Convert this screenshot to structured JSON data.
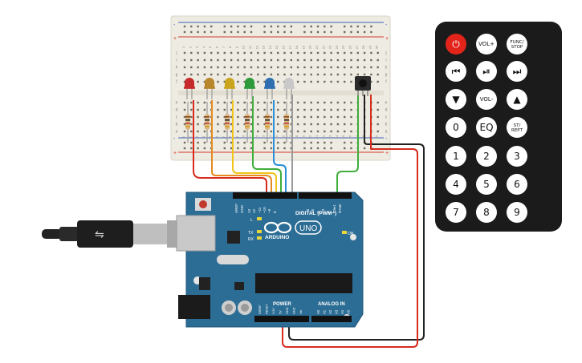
{
  "breadboard": {
    "column_numbers": [
      "1",
      "2",
      "3",
      "4",
      "5",
      "6",
      "7",
      "8",
      "9",
      "10",
      "11",
      "12",
      "13",
      "14",
      "15",
      "16",
      "17",
      "18",
      "19",
      "20",
      "21",
      "22",
      "23",
      "24",
      "25",
      "26",
      "27",
      "28",
      "29",
      "30"
    ],
    "row_letters_top": [
      "j",
      "i",
      "h",
      "g",
      "f"
    ],
    "row_letters_bottom": [
      "e",
      "d",
      "c",
      "b",
      "a"
    ],
    "rail_plus": "+",
    "rail_minus": "-"
  },
  "leds": [
    {
      "name": "red",
      "color": "#c62a2a"
    },
    {
      "name": "orange",
      "color": "#b8862b"
    },
    {
      "name": "yellow",
      "color": "#c9a41c"
    },
    {
      "name": "green",
      "color": "#2e9a3a"
    },
    {
      "name": "blue",
      "color": "#2f6fb0"
    },
    {
      "name": "white",
      "color": "#c8c8c8"
    }
  ],
  "wire_colors": {
    "red": "#d62b1e",
    "orange": "#e58a1f",
    "yellow": "#f0c419",
    "green": "#3fae3a",
    "blue": "#2c8fd6",
    "gray": "#9a9a9a",
    "black": "#222222"
  },
  "arduino": {
    "logo_text": "ARDUINO",
    "uno_text": "UNO",
    "digital_label": "DIGITAL (PWM~)",
    "power_label": "POWER",
    "analog_label": "ANALOG IN",
    "on_label": "ON",
    "l_label": "L",
    "tx_label": "TX",
    "rx_label": "RX",
    "aref": "AREF",
    "gnd_top": "GND",
    "digital_pins": [
      "13",
      "12",
      "~11",
      "~10",
      "~9",
      "8",
      "7",
      "~6",
      "~5",
      "4",
      "~3",
      "2",
      "TX▸1",
      "RX◂0"
    ],
    "power_pins": [
      "IOREF",
      "RESET",
      "3.3V",
      "5V",
      "GND",
      "GND",
      "Vin"
    ],
    "analog_pins": [
      "A0",
      "A1",
      "A2",
      "A3",
      "A4",
      "A5"
    ],
    "board_color": "#2c6d95"
  },
  "remote": {
    "buttons": [
      {
        "name": "power",
        "label": "⏻"
      },
      {
        "name": "vol-up",
        "label": "VOL+"
      },
      {
        "name": "func-stop",
        "label": "FUNC/ STOP"
      },
      {
        "name": "prev",
        "label": "⏮"
      },
      {
        "name": "play-pause",
        "label": "⏯"
      },
      {
        "name": "next",
        "label": "⏭"
      },
      {
        "name": "down",
        "label": "▼"
      },
      {
        "name": "vol-down",
        "label": "VOL-"
      },
      {
        "name": "up",
        "label": "▲"
      },
      {
        "name": "zero",
        "label": "0"
      },
      {
        "name": "eq",
        "label": "EQ"
      },
      {
        "name": "st-rept",
        "label": "ST/ REPT"
      },
      {
        "name": "one",
        "label": "1"
      },
      {
        "name": "two",
        "label": "2"
      },
      {
        "name": "three",
        "label": "3"
      },
      {
        "name": "four",
        "label": "4"
      },
      {
        "name": "five",
        "label": "5"
      },
      {
        "name": "six",
        "label": "6"
      },
      {
        "name": "seven",
        "label": "7"
      },
      {
        "name": "eight",
        "label": "8"
      },
      {
        "name": "nine",
        "label": "9"
      }
    ]
  }
}
